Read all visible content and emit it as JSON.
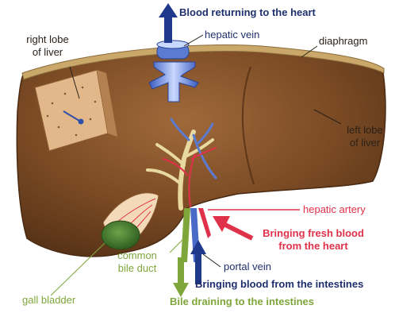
{
  "labels": {
    "blood_returning": "Blood returning to the heart",
    "hepatic_vein": "hepatic vein",
    "diaphragm": "diaphragm",
    "right_lobe_line1": "right lobe",
    "right_lobe_line2": "of liver",
    "left_lobe_line1": "left lobe",
    "left_lobe_line2": "of liver",
    "hepatic_artery": "hepatic artery",
    "fresh_blood_line1": "Bringing fresh blood",
    "fresh_blood_line2": "from the heart",
    "common_bile_line1": "common",
    "common_bile_line2": "bile duct",
    "portal_vein": "portal vein",
    "from_intestines": "Bringing blood from the intestines",
    "gall_bladder": "gall bladder",
    "bile_draining": "Bile draining to the intestines"
  },
  "colors": {
    "liver": "#7a4a24",
    "liver_highlight": "#a0693a",
    "diaphragm": "#c9a86a",
    "section": "#e2b88a",
    "blood_vein": "#2f4fa8",
    "artery": "#e0314a",
    "bile": "#7ea63a",
    "gall_bladder": "#3f7a2a"
  }
}
